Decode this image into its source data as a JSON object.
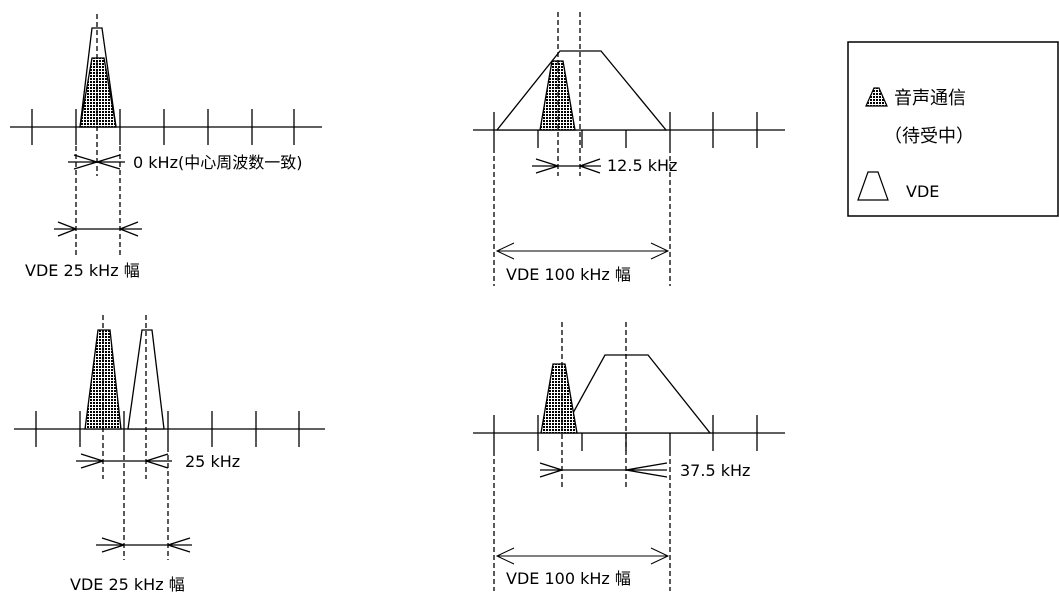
{
  "panels": {
    "top_left": {
      "offset_label": "0 kHz(中心周波数一致)",
      "width_label": "VDE 25 kHz 幅"
    },
    "top_right": {
      "offset_label": "12.5 kHz",
      "width_label": "VDE 100 kHz 幅"
    },
    "bottom_left": {
      "offset_label": "25 kHz",
      "width_label": "VDE 25 kHz 幅"
    },
    "bottom_right": {
      "offset_label": "37.5 kHz",
      "width_label": "VDE 100 kHz 幅"
    }
  },
  "legend": {
    "voice_label_line1": "音声通信",
    "voice_label_line2": "（待受中）",
    "vde_label": "VDE"
  },
  "colors": {
    "stroke": "#000000",
    "voice_fill_dots": "#000000",
    "background": "#ffffff"
  }
}
